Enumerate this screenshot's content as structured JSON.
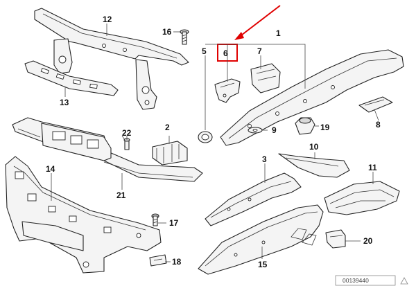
{
  "callouts": {
    "c1": "1",
    "c2": "2",
    "c3": "3",
    "c5": "5",
    "c6": "6",
    "c7": "7",
    "c8": "8",
    "c9": "9",
    "c10": "10",
    "c11": "11",
    "c12": "12",
    "c13": "13",
    "c14": "14",
    "c15": "15",
    "c16": "16",
    "c17": "17",
    "c18": "18",
    "c19": "19",
    "c20": "20",
    "c21": "21",
    "c22": "22"
  },
  "footer": {
    "diagram_number": "00139440"
  },
  "colors": {
    "highlight": "#e00000",
    "line": "#222222"
  }
}
